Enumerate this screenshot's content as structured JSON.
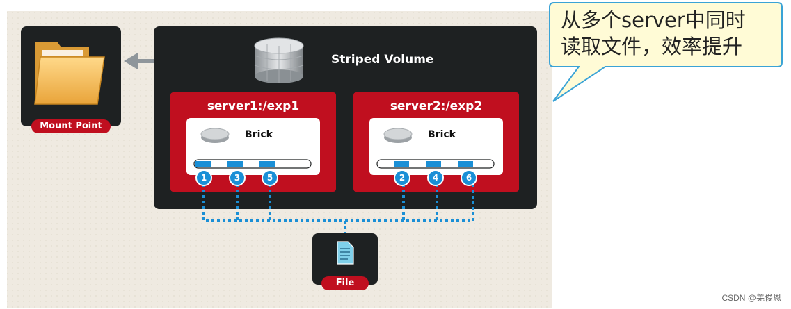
{
  "volume": {
    "title": "Striped Volume"
  },
  "mount": {
    "label": "Mount Point"
  },
  "servers": [
    {
      "title": "server1:/exp1",
      "brick": "Brick",
      "chunks": [
        "1",
        "3",
        "5"
      ]
    },
    {
      "title": "server2:/exp2",
      "brick": "Brick",
      "chunks": [
        "2",
        "4",
        "6"
      ]
    }
  ],
  "file": {
    "label": "File"
  },
  "callout": {
    "line1": "从多个server中同时",
    "line2": "读取文件，效率提升"
  },
  "watermark": "CSDN @羌俊恩",
  "colors": {
    "panel": "#1e2122",
    "red": "#c00f1f",
    "blue": "#1a8fd6",
    "background": "#efeae2",
    "callout_border": "#3aa3d6",
    "callout_fill": "#fffbd6"
  }
}
